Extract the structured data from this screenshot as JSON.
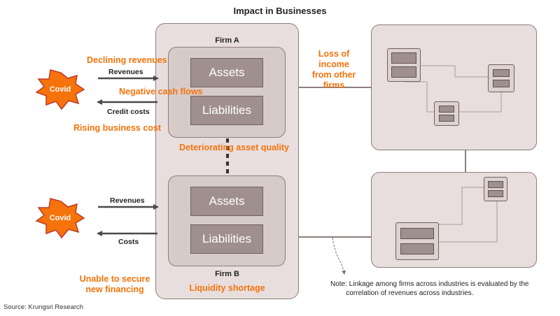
{
  "title": "Impact in Businesses",
  "firm_a": {
    "label": "Firm A",
    "assets": "Assets",
    "liabilities": "Liabilities"
  },
  "firm_b": {
    "label": "Firm B",
    "assets": "Assets",
    "liabilities": "Liabilities"
  },
  "covid_top": "Covid",
  "covid_bottom": "Covid",
  "flows_top": {
    "revenues": "Revenues",
    "credit_costs": "Credit costs"
  },
  "flows_bottom": {
    "revenues": "Revenues",
    "costs": "Costs"
  },
  "effects": {
    "declining_revenues": "Declining revenues",
    "negative_cash_flows": "Negative cash flows",
    "rising_business_cost": "Rising business cost",
    "deteriorating_asset_quality": "Deteriorating asset quality",
    "loss_of_income": "Loss of income\nfrom other\nfirms",
    "unable_to_secure": "Unable to secure\nnew financing",
    "liquidity_shortage": "Liquidity shortage"
  },
  "note": "Note: Linkage among firms across industries is evaluated by the\n        correlation of revenues across industries.",
  "source": "Source: Krungsri Research",
  "colors": {
    "accent_orange": "#f5730a",
    "box_fill": "#a0908d",
    "panel_fill": "#e8dedd"
  }
}
